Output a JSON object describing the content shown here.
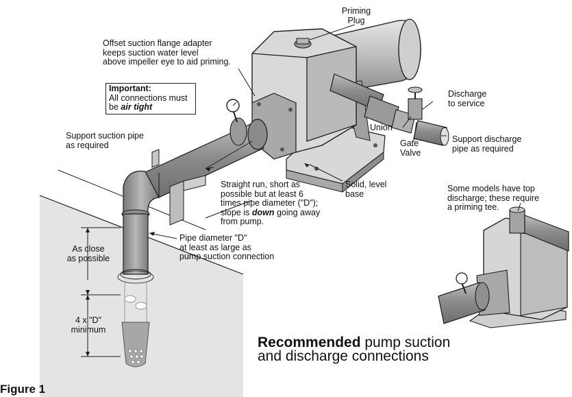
{
  "labels": {
    "priming_plug": "Priming\nPlug",
    "offset": "Offset suction flange adapter\nkeeps suction water level\nabove impeller eye to aid priming.",
    "important_title": "Important:",
    "important_line1": "All connections must",
    "important_be": "be ",
    "important_emph": "air tight",
    "support_suction": "Support suction pipe\nas required",
    "discharge_service": "Discharge\nto service",
    "union": "Union",
    "gate_valve": "Gate\nValve",
    "support_discharge": "Support discharge\npipe as required",
    "straight_run_a": "Straight run, short as\npossible but at least 6\ntimes pipe diameter (\"D\");\nslope is ",
    "straight_run_emph": "down",
    "straight_run_b": " going away\nfrom pump.",
    "solid_base": "Solid, level\nbase",
    "pipe_diameter": "Pipe diameter \"D\"\nat least as large as\npump suction connection",
    "as_close": "As close\nas possible",
    "four_d": "4 x \"D\"\nminimum",
    "top_discharge": "Some models have top\ndischarge; these require\na priming tee.",
    "caption_bold": "Recommended",
    "caption_rest": " pump suction\nand discharge connections",
    "figure": "Figure 1"
  },
  "colors": {
    "pump_body": "#d4d4d4",
    "pipe": "#9a9a9a",
    "water": "#e6e6e6",
    "line": "#1a1a1a"
  }
}
